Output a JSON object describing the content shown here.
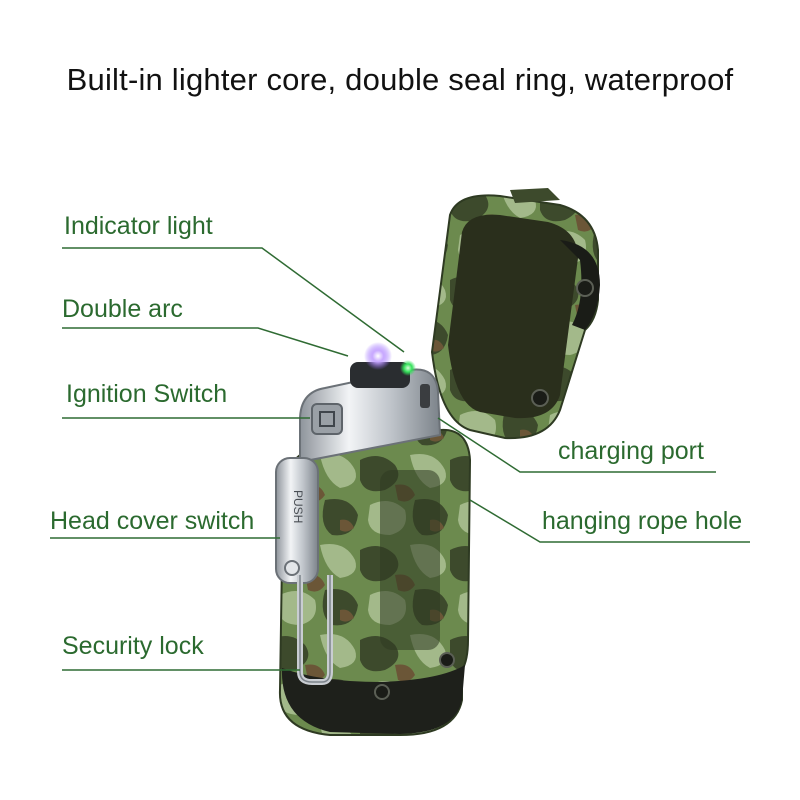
{
  "headline": "Built-in lighter core, double seal ring, waterproof",
  "labels": {
    "indicator_light": "Indicator light",
    "double_arc": "Double arc",
    "ignition_switch": "Ignition Switch",
    "head_cover_switch": "Head cover switch",
    "security_lock": "Security lock",
    "charging_port": "charging port",
    "hanging_rope_hole": "hanging rope hole"
  },
  "product": {
    "push_text": "PUSH",
    "colors": {
      "label_text": "#2b6a2f",
      "leader_line": "#2f6b33",
      "camo_dark": "#3d4a2c",
      "camo_mid": "#6c8a4e",
      "camo_light": "#a3b98a",
      "camo_brown": "#6b5637",
      "chrome": "#cfd3d8",
      "arc_glow": "#9a6cff",
      "indicator_glow": "#34e05a"
    }
  }
}
